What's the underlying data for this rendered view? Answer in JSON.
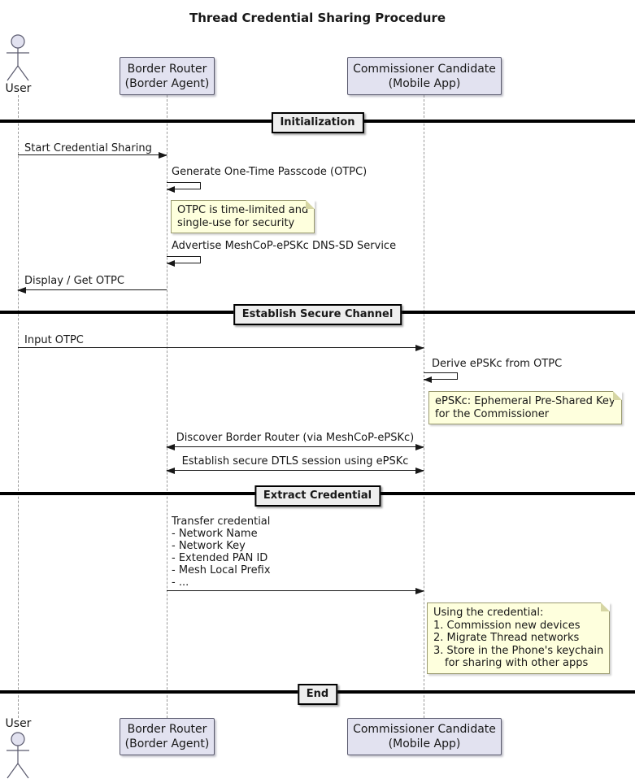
{
  "title": "Thread Credential Sharing Procedure",
  "actors": {
    "user": {
      "label": "User",
      "kind": "stick-figure-actor"
    },
    "border_router": {
      "line1": "Border Router",
      "line2": "(Border Agent)"
    },
    "commissioner": {
      "line1": "Commissioner Candidate",
      "line2": "(Mobile App)"
    }
  },
  "dividers": [
    {
      "label": "Initialization"
    },
    {
      "label": "Establish Secure Channel"
    },
    {
      "label": "Extract Credential"
    },
    {
      "label": "End"
    }
  ],
  "messages": [
    {
      "label": "Start Credential Sharing",
      "from": "User",
      "to": "Border Router",
      "direction": "right"
    },
    {
      "label": "Generate One-Time Passcode (OTPC)",
      "from": "Border Router",
      "to": "Border Router",
      "direction": "self"
    },
    {
      "label": "Advertise MeshCoP-ePSKc DNS-SD Service",
      "from": "Border Router",
      "to": "Border Router",
      "direction": "self"
    },
    {
      "label": "Display / Get OTPC",
      "from": "Border Router",
      "to": "User",
      "direction": "left"
    },
    {
      "label": "Input OTPC",
      "from": "User",
      "to": "Commissioner Candidate",
      "direction": "right"
    },
    {
      "label": "Derive ePSKc from OTPC",
      "from": "Commissioner Candidate",
      "to": "Commissioner Candidate",
      "direction": "self"
    },
    {
      "label": "Discover Border Router (via MeshCoP-ePSKc)",
      "from": "Commissioner Candidate",
      "to": "Border Router",
      "direction": "both"
    },
    {
      "label": "Establish secure DTLS session using ePSKc",
      "from": "Commissioner Candidate",
      "to": "Border Router",
      "direction": "both"
    },
    {
      "lines": [
        "Transfer credential",
        "- Network Name",
        "- Network Key",
        "- Extended PAN ID",
        "- Mesh Local Prefix",
        "- ..."
      ],
      "from": "Border Router",
      "to": "Commissioner Candidate",
      "direction": "right"
    }
  ],
  "notes": [
    {
      "attached_to": "Border Router",
      "lines": [
        "OTPC is time-limited and",
        "single-use for security"
      ]
    },
    {
      "attached_to": "Commissioner Candidate",
      "lines": [
        "ePSKc: Ephemeral Pre-Shared Key",
        "for the Commissioner"
      ]
    },
    {
      "attached_to": "Commissioner Candidate",
      "lines": [
        "Using the credential:",
        "1. Commission new devices",
        "2. Migrate Thread networks",
        "3. Store in the Phone's keychain",
        "for sharing with other apps"
      ]
    }
  ],
  "colors": {
    "participant_fill": "#E2E2F0",
    "participant_border": "#5a5a6e",
    "note_fill": "#FEFFDD",
    "note_border": "#9a9a70",
    "divider_fill": "#EEEEEE",
    "line_color": "#181818",
    "lifeline_color": "#999999",
    "background": "#FFFFFF"
  }
}
